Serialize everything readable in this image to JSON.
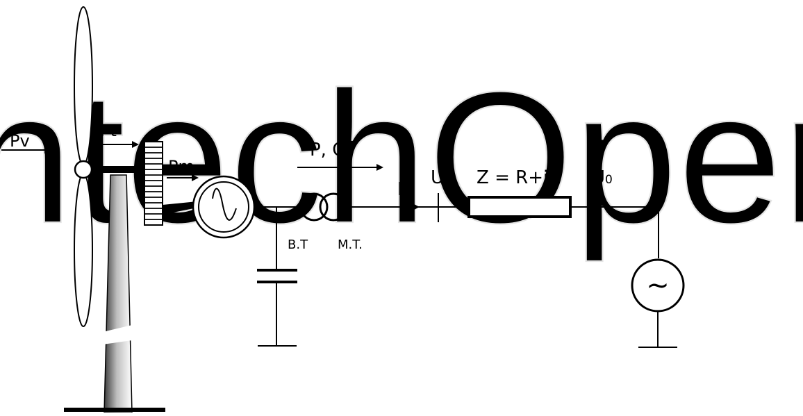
{
  "colors": {
    "ink": "#000000",
    "watermark": "#e6e6e6",
    "tower_dark": "#3a3a3a",
    "tower_light": "#ffffff"
  },
  "watermark": {
    "text": "IntechOpen"
  },
  "labels": {
    "wind_power": "Pv",
    "turbine_power": "Pt",
    "mechanical_power": "Pm",
    "power_flow": "P, Q",
    "current": "I",
    "bus_voltage": "U",
    "impedance": "Z = R+jX",
    "infinite_bus_voltage": "U",
    "infinite_bus_voltage_sub": "0",
    "low_voltage": "B.T",
    "medium_voltage": "M.T."
  },
  "icons": {
    "generator_symbol": "sine-wave",
    "grid_source_symbol": "~"
  }
}
